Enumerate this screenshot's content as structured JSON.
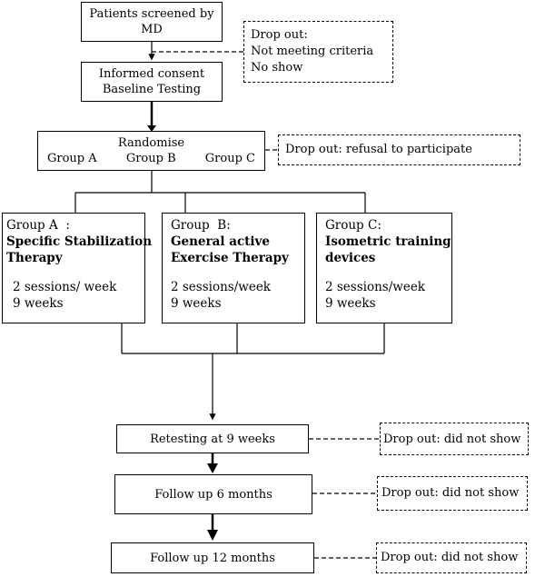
{
  "screened": {
    "line1": "Patients screened by",
    "line2": "MD"
  },
  "dropout1": {
    "line1": "Drop out:",
    "line2": "Not meeting criteria",
    "line3": "No show"
  },
  "consent": {
    "line1": "Informed consent",
    "line2": "Baseline Testing"
  },
  "randomise": {
    "title": "Randomise",
    "groups": [
      "Group A",
      "Group B",
      "Group C"
    ]
  },
  "dropout2": {
    "text": "Drop out: refusal to participate"
  },
  "group_a": {
    "heading": "Group A  :",
    "name1": "Specific Stabilization",
    "name2": "Therapy",
    "sessions": "2 sessions/ week",
    "weeks": "9 weeks"
  },
  "group_b": {
    "heading": "Group  B:",
    "name1": "General active",
    "name2": "Exercise Therapy",
    "sessions": "2 sessions/week",
    "weeks": "9 weeks"
  },
  "group_c": {
    "heading": "Group C:",
    "name1": "Isometric training",
    "name2": "devices",
    "sessions": "2 sessions/week",
    "weeks": "9 weeks"
  },
  "retest": {
    "text": "Retesting at 9 weeks"
  },
  "follow6": {
    "text": "Follow up 6 months"
  },
  "follow12": {
    "text": "Follow up 12 months"
  },
  "dropout_retest": {
    "text": "Drop out: did not show"
  },
  "dropout_f6": {
    "text": "Drop out: did not show"
  },
  "dropout_f12": {
    "text": "Drop out: did not show"
  }
}
